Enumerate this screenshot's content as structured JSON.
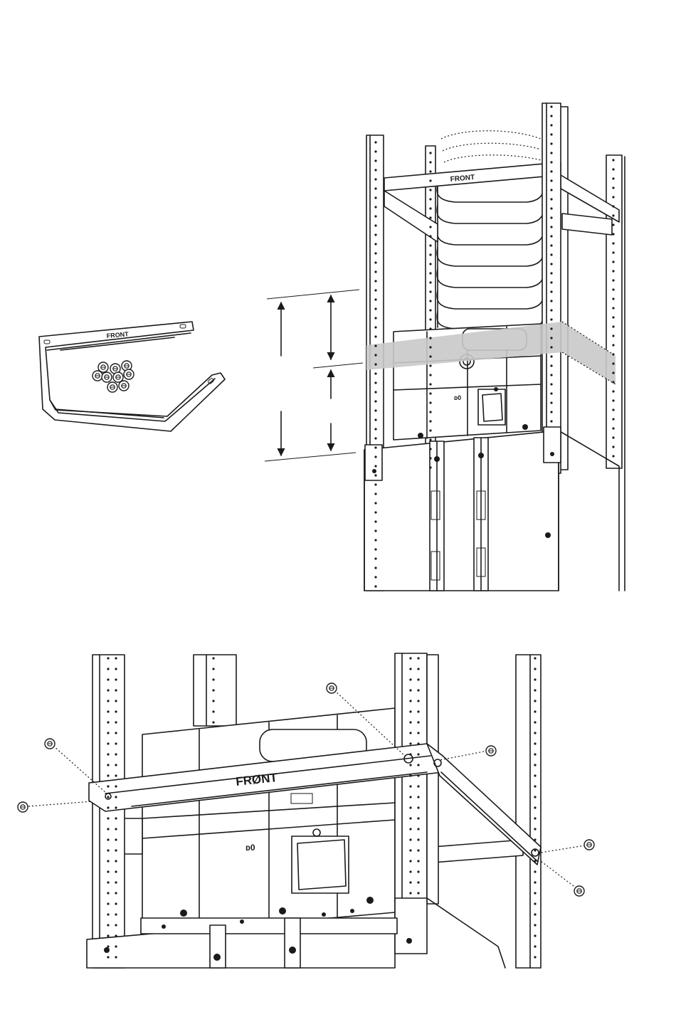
{
  "labels": {
    "tray_front": "FRONT",
    "rack_front": "FRONT",
    "front_bracket": "FRØNT"
  },
  "colors": {
    "line": "#1a1a1a",
    "highlight_band": "#c9c9c9",
    "background": "#ffffff"
  },
  "icons": [
    "screw-icon",
    "dimension-arrow-icon",
    "duct-hose",
    "rail-holes"
  ]
}
